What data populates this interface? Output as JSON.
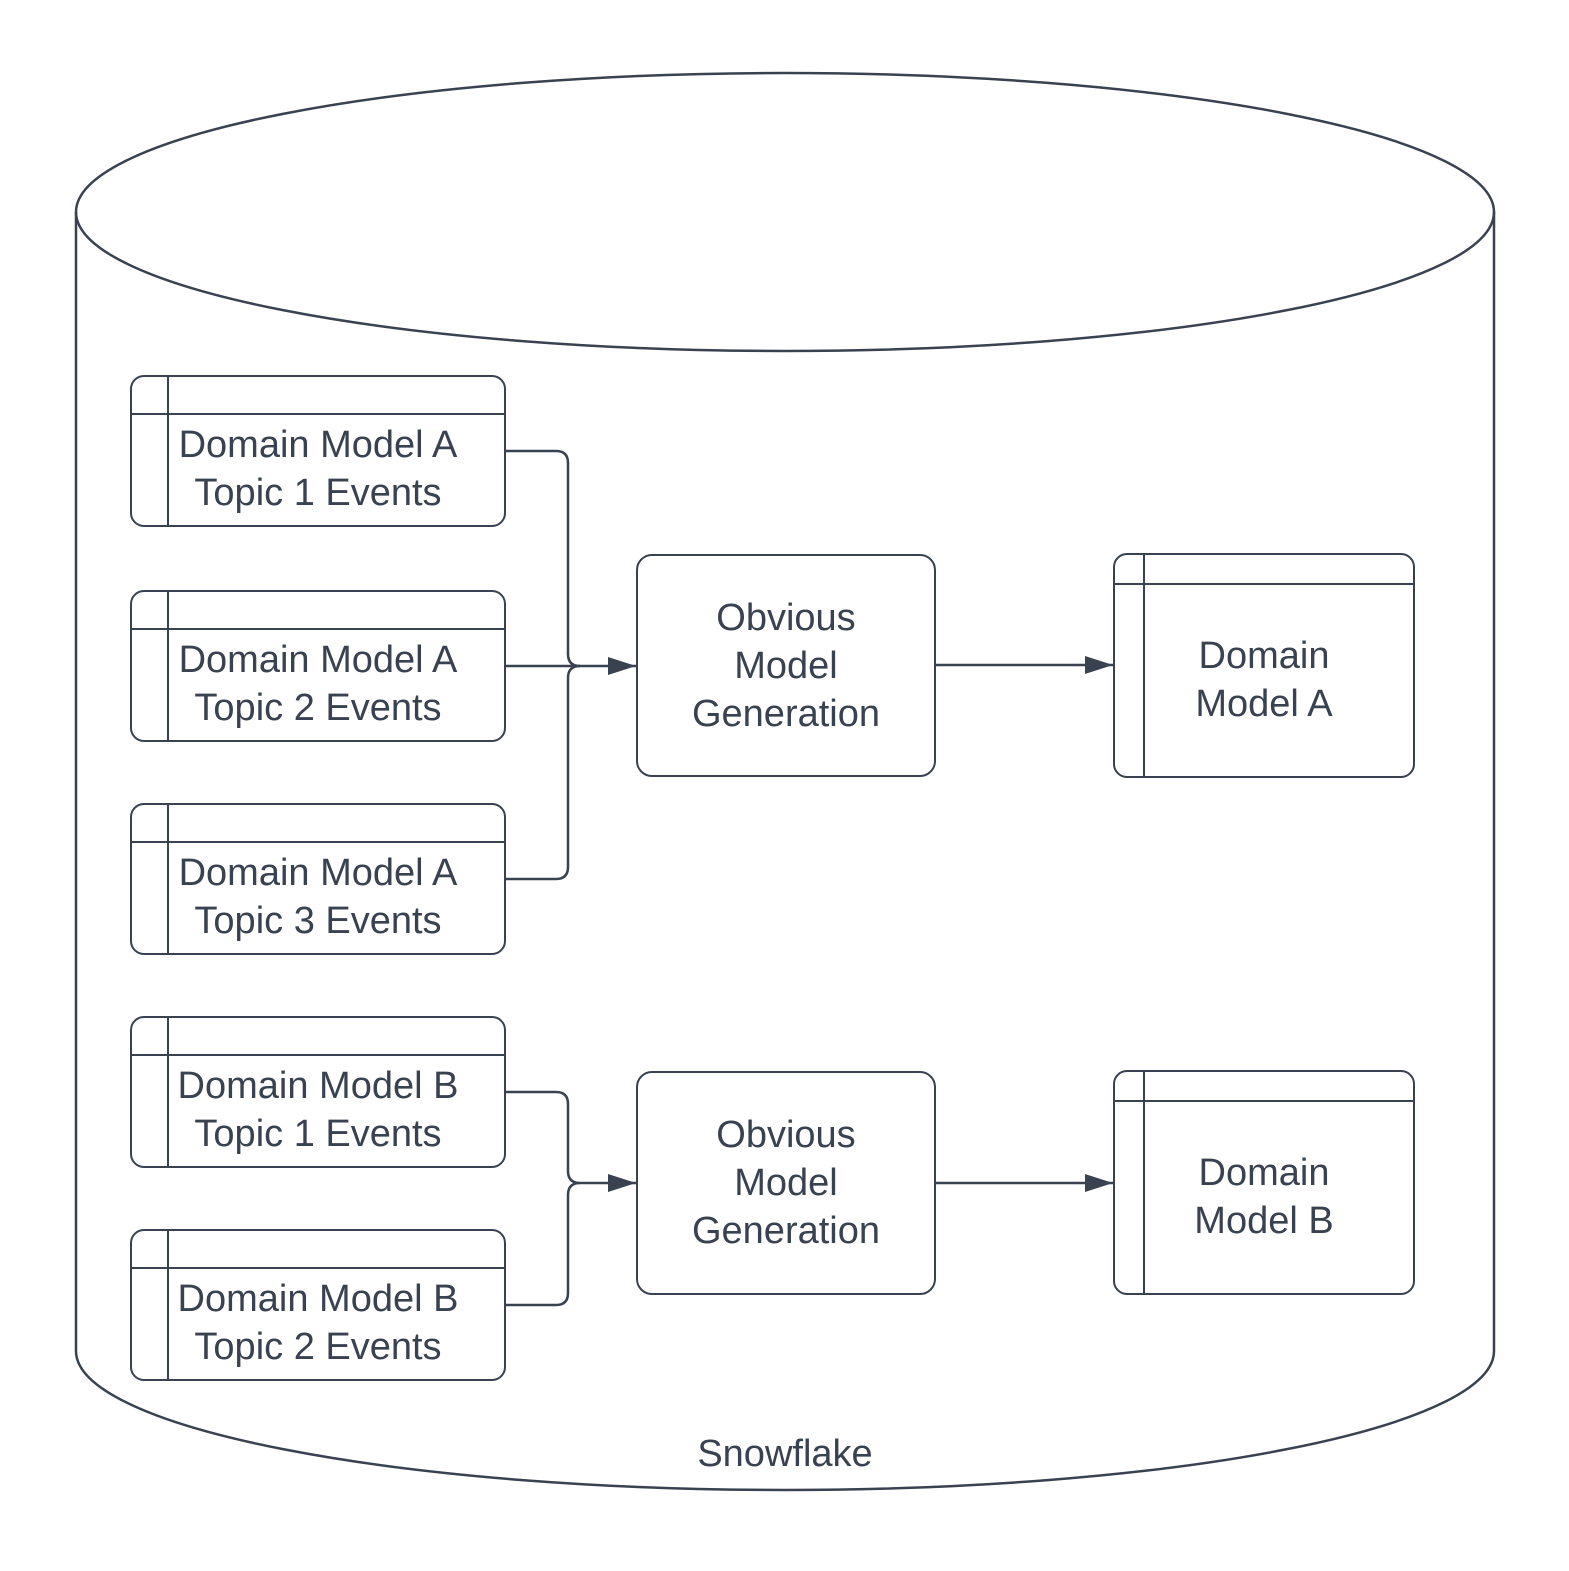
{
  "colors": {
    "stroke": "#394251",
    "background": "#ffffff"
  },
  "diagram": {
    "container": {
      "label": "Snowflake"
    },
    "groups": [
      {
        "sources": [
          "Domain Model A\nTopic 1 Events",
          "Domain Model A\nTopic 2 Events",
          "Domain Model A\nTopic 3 Events"
        ],
        "process": "Obvious\nModel\nGeneration",
        "output": "Domain\nModel A"
      },
      {
        "sources": [
          "Domain Model B\nTopic 1 Events",
          "Domain Model B\nTopic 2 Events"
        ],
        "process": "Obvious\nModel\nGeneration",
        "output": "Domain\nModel B"
      }
    ]
  }
}
